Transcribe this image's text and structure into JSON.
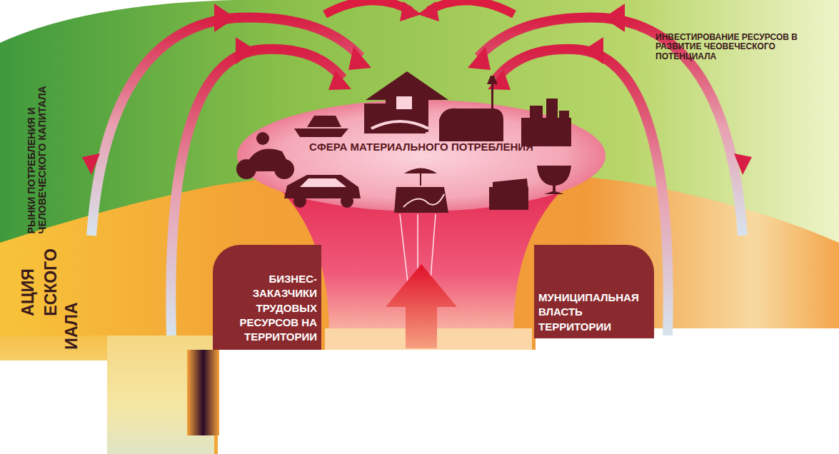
{
  "diagram": {
    "nodes": [
      {
        "text": [
          "СФЕРА МАТЕРИАЛЬНОГО ПОТРЕБЛЕНИЯ"
        ]
      },
      {
        "text": [
          "БИЗНЕС- ЗАКАЗЧИКИ ТРУДОВЫХ РЕСУРСОВ НА ТЕРРИТОРИИ"
        ]
      },
      {
        "text": [
          "МУНИЦИПАЛЬНАЯ ВЛАСТЬ ТЕРРИТОРИИ"
        ]
      }
    ],
    "labels": [
      "ИНВЕСТИРОВАНИЕ РЕСУРСОВ В РАЗВИТИЕ ЧЕОВЕЧЕСКОГО ПОТЕНЦИАЛА",
      "РЫНКИ ПОТРЕБЛЕНИЯ И ЧЕЛОВЕЧЕСКОГО КАПИТАЛА",
      "АЦИЯ",
      "ЕСКОГО",
      "ИАЛА"
    ]
  }
}
